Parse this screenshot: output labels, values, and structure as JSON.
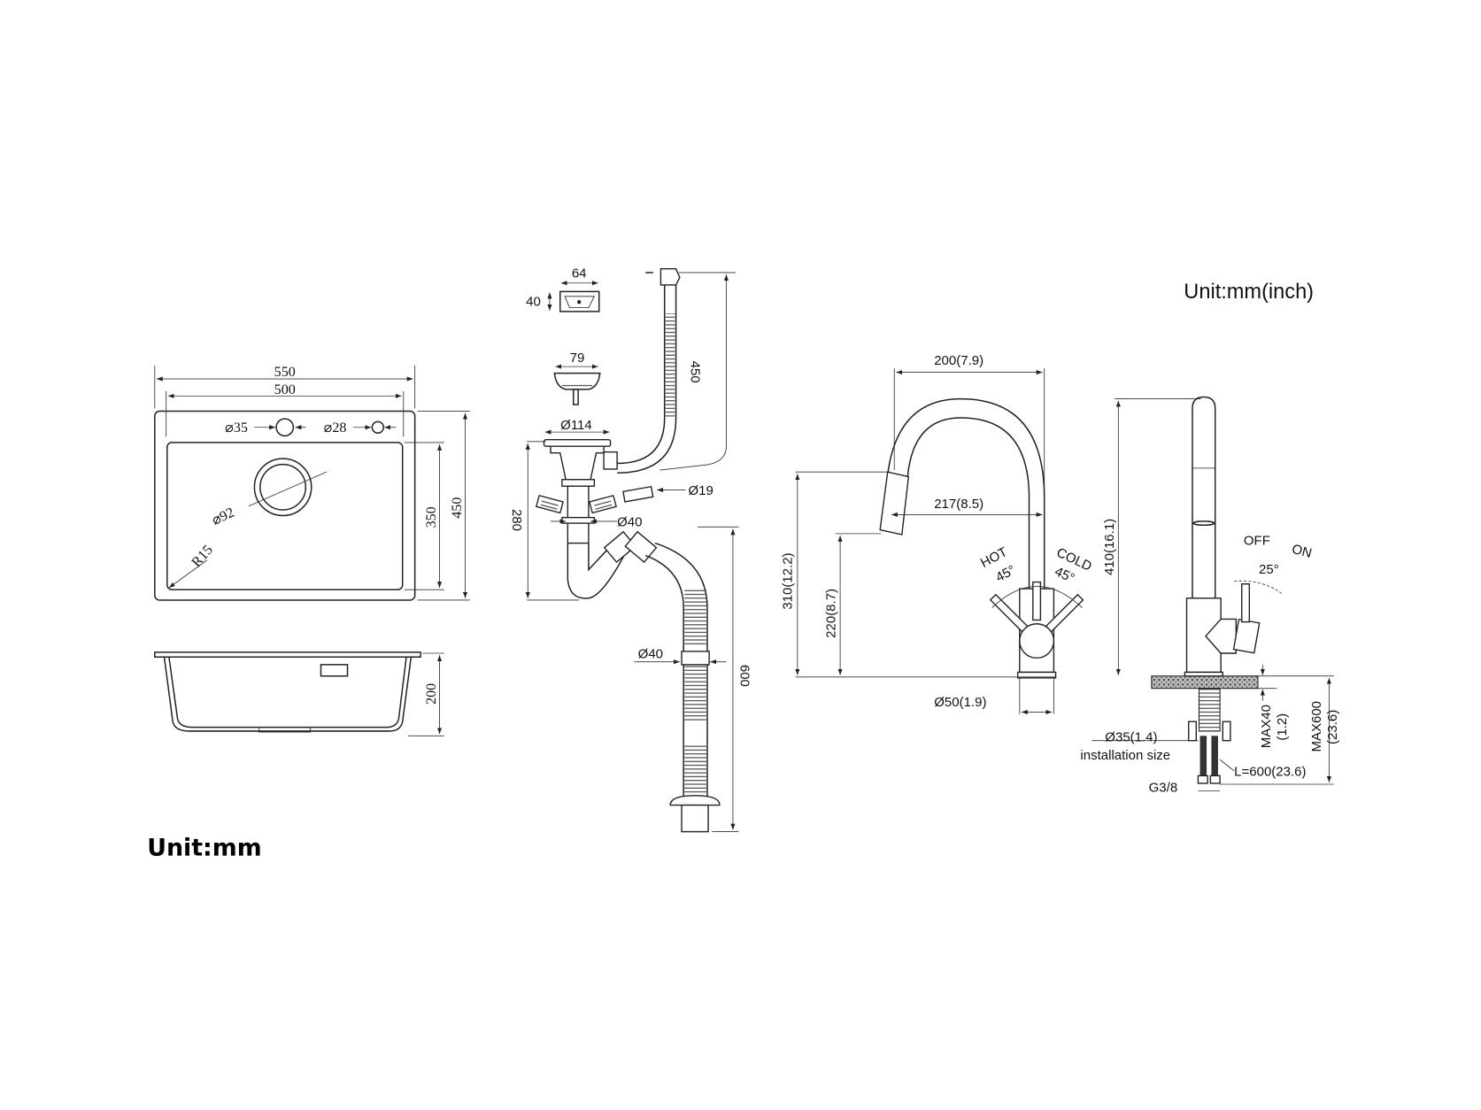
{
  "sink": {
    "overall_width": "550",
    "bowl_width": "500",
    "tap_hole": "⌀35",
    "second_hole": "⌀28",
    "drain": "⌀92",
    "corner_radius": "R15",
    "bowl_length": "350",
    "overall_length": "450",
    "depth": "200",
    "unit": "Unit:mm"
  },
  "drain_kit": {
    "overflow_width": "64",
    "overflow_height": "40",
    "strainer": "79",
    "flange": "Ø114",
    "overflow_hose": "450",
    "trap_height": "280",
    "inlet": "Ø19",
    "pipe": "Ø40",
    "hose_diameter": "Ø40",
    "hose_length": "600"
  },
  "faucet": {
    "unit": "Unit:mm(inch)",
    "reach": "200(7.9)",
    "spout_reach": "217(8.5)",
    "height": "310(12.2)",
    "spout_height": "220(8.7)",
    "base": "Ø50(1.9)",
    "hot": "HOT",
    "cold": "COLD",
    "hot_angle": "45°",
    "cold_angle": "45°",
    "total_height": "410(16.1)",
    "off": "OFF",
    "on": "ON",
    "lever_angle": "25°",
    "hole": "Ø35(1.4)",
    "installation": "installation size",
    "hose": "L=600(23.6)",
    "thread": "G3/8",
    "max_deck": "MAX40",
    "max_deck_in": "(1.2)",
    "max_hose": "MAX600",
    "max_hose_in": "(23.6)"
  }
}
